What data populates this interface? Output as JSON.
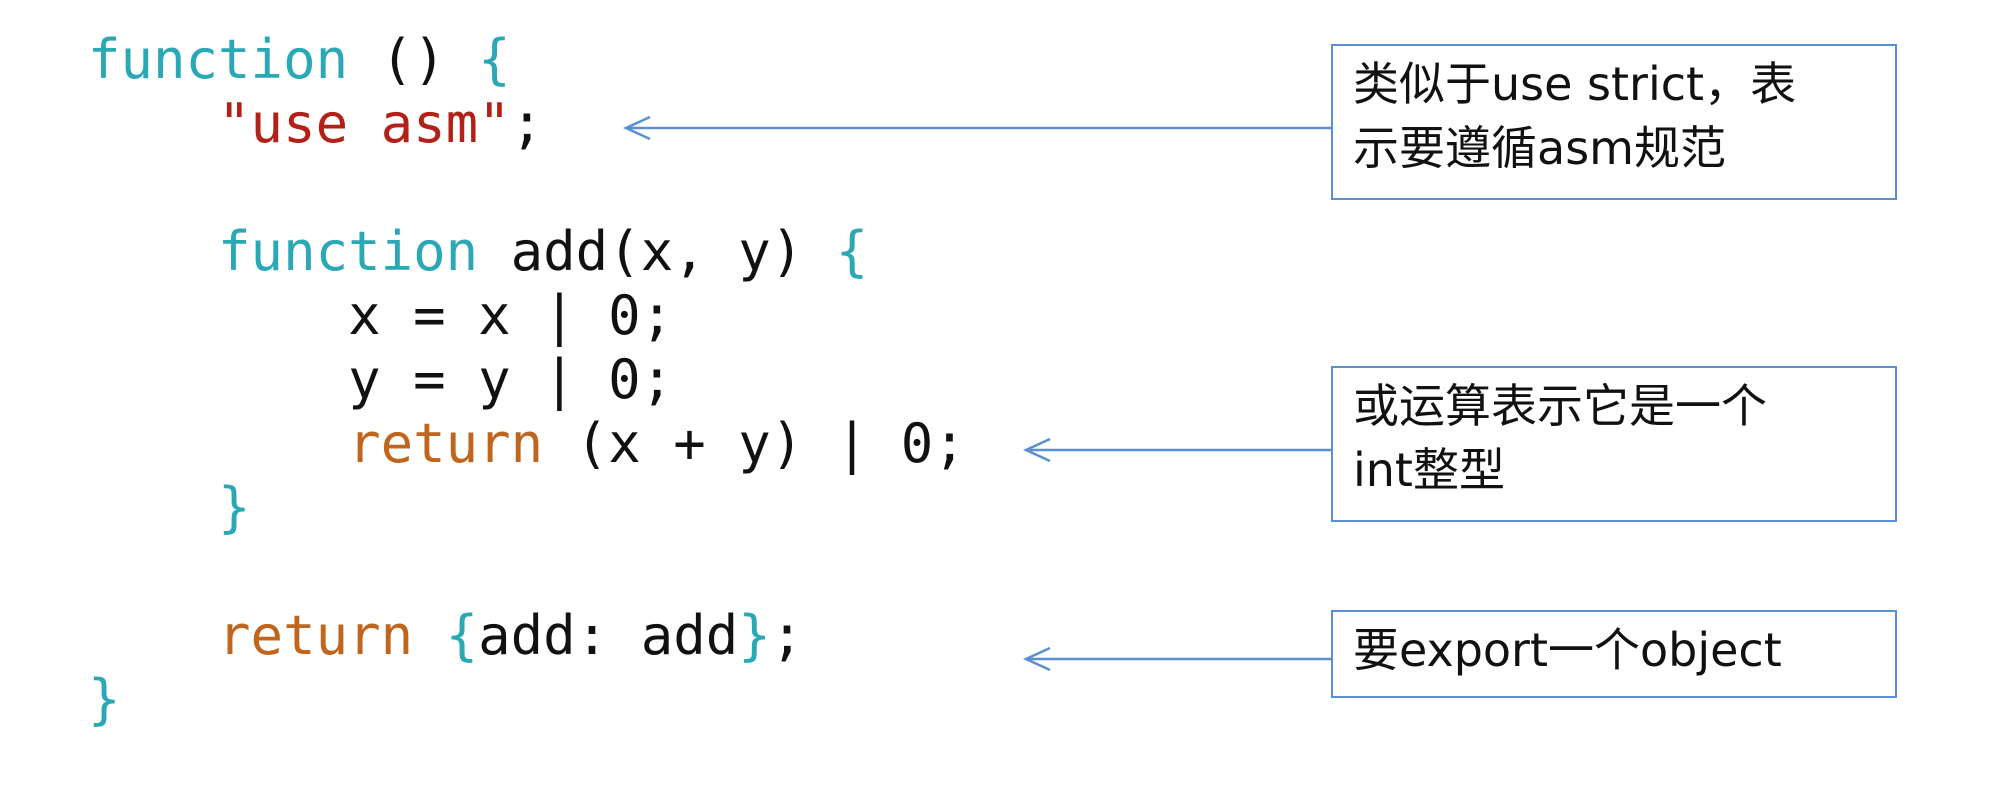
{
  "code": {
    "lines": [
      [
        {
          "t": "function",
          "c": "kw"
        },
        {
          "t": " () ",
          "c": "plain"
        },
        {
          "t": "{",
          "c": "brace"
        }
      ],
      [
        {
          "t": "    ",
          "c": "plain"
        },
        {
          "t": "\"use asm\"",
          "c": "str"
        },
        {
          "t": ";",
          "c": "plain"
        }
      ],
      [],
      [
        {
          "t": "    ",
          "c": "plain"
        },
        {
          "t": "function",
          "c": "kw"
        },
        {
          "t": " add(x, y) ",
          "c": "plain"
        },
        {
          "t": "{",
          "c": "brace"
        }
      ],
      [
        {
          "t": "        x = x | 0;",
          "c": "plain"
        }
      ],
      [
        {
          "t": "        y = y | 0;",
          "c": "plain"
        }
      ],
      [
        {
          "t": "        ",
          "c": "plain"
        },
        {
          "t": "return",
          "c": "ret"
        },
        {
          "t": " (x + y) | 0;",
          "c": "plain"
        }
      ],
      [
        {
          "t": "    ",
          "c": "plain"
        },
        {
          "t": "}",
          "c": "brace"
        }
      ],
      [],
      [
        {
          "t": "    ",
          "c": "plain"
        },
        {
          "t": "return",
          "c": "ret"
        },
        {
          "t": " ",
          "c": "plain"
        },
        {
          "t": "{",
          "c": "brace"
        },
        {
          "t": "add: add",
          "c": "plain"
        },
        {
          "t": "}",
          "c": "brace"
        },
        {
          "t": ";",
          "c": "plain"
        }
      ],
      [
        {
          "t": "}",
          "c": "brace"
        }
      ]
    ]
  },
  "notes": [
    {
      "lines": [
        "类似于use strict，表",
        "示要遵循asm规范"
      ]
    },
    {
      "lines": [
        "或运算表示它是一个",
        "int整型"
      ]
    },
    {
      "lines": [
        "要export一个object"
      ]
    }
  ],
  "colors": {
    "keyword": "#2aa8b6",
    "return_keyword": "#c0651d",
    "string": "#b22017",
    "text": "#111111",
    "box_border": "#5b8fd2",
    "arrow": "#5b8fd2"
  }
}
